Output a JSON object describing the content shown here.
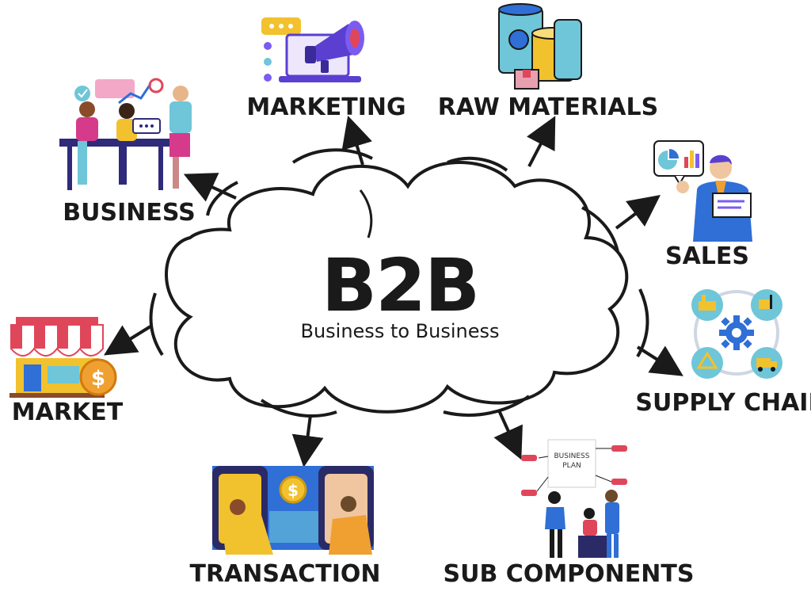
{
  "center": {
    "title": "B2B",
    "subtitle": "Business to Business"
  },
  "nodes": [
    {
      "id": "marketing",
      "label": "MARKETING",
      "icon": "megaphone-laptop-icon"
    },
    {
      "id": "raw-materials",
      "label": "RAW MATERIALS",
      "icon": "barrels-icon"
    },
    {
      "id": "business",
      "label": "BUSINESS",
      "icon": "team-meeting-icon"
    },
    {
      "id": "sales",
      "label": "SALES",
      "icon": "salesman-chart-icon"
    },
    {
      "id": "market",
      "label": "MARKET",
      "icon": "storefront-icon"
    },
    {
      "id": "supply-chain",
      "label": "SUPPLY CHAIN",
      "icon": "supply-cycle-icon"
    },
    {
      "id": "transaction",
      "label": "TRANSACTION",
      "icon": "phone-payment-icon"
    },
    {
      "id": "sub-components",
      "label": "SUB COMPONENTS",
      "icon": "business-plan-icon"
    }
  ],
  "plan_board": {
    "line1": "BUSINESS",
    "line2": "PLAN"
  },
  "colors": {
    "ink": "#1a1a1a",
    "purple": "#5b3fd1",
    "yellow": "#f2c12e",
    "pink": "#d63a8a",
    "blue": "#2f6fd6",
    "teal": "#6ec6d8",
    "red": "#e0465a",
    "orange": "#f0a030"
  }
}
